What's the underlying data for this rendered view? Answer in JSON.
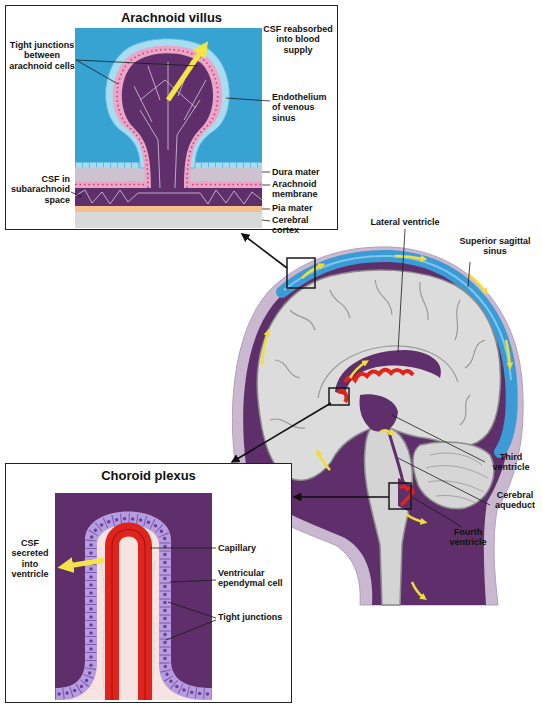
{
  "diagram": {
    "nodes": [
      {
        "text": [
          "Arachnoid villus"
        ]
      },
      {
        "text": [
          "Choroid plexus"
        ]
      }
    ],
    "labels": [
      "CSF reabsorbed into blood supply",
      "Tight junctions between arachnoid cells",
      "Endothelium of venous sinus",
      "Dura mater",
      "CSF in subarachnoid space",
      "Arachnoid membrane",
      "Pia mater",
      "Cerebral cortex",
      "Lateral ventricle",
      "Superior sagittal sinus",
      "Third ventricle",
      "Cerebral aqueduct",
      "Fourth ventricle",
      "CSF secreted into ventricle",
      "Capillary",
      "Ventricular ependymal cell",
      "Tight junctions"
    ]
  }
}
